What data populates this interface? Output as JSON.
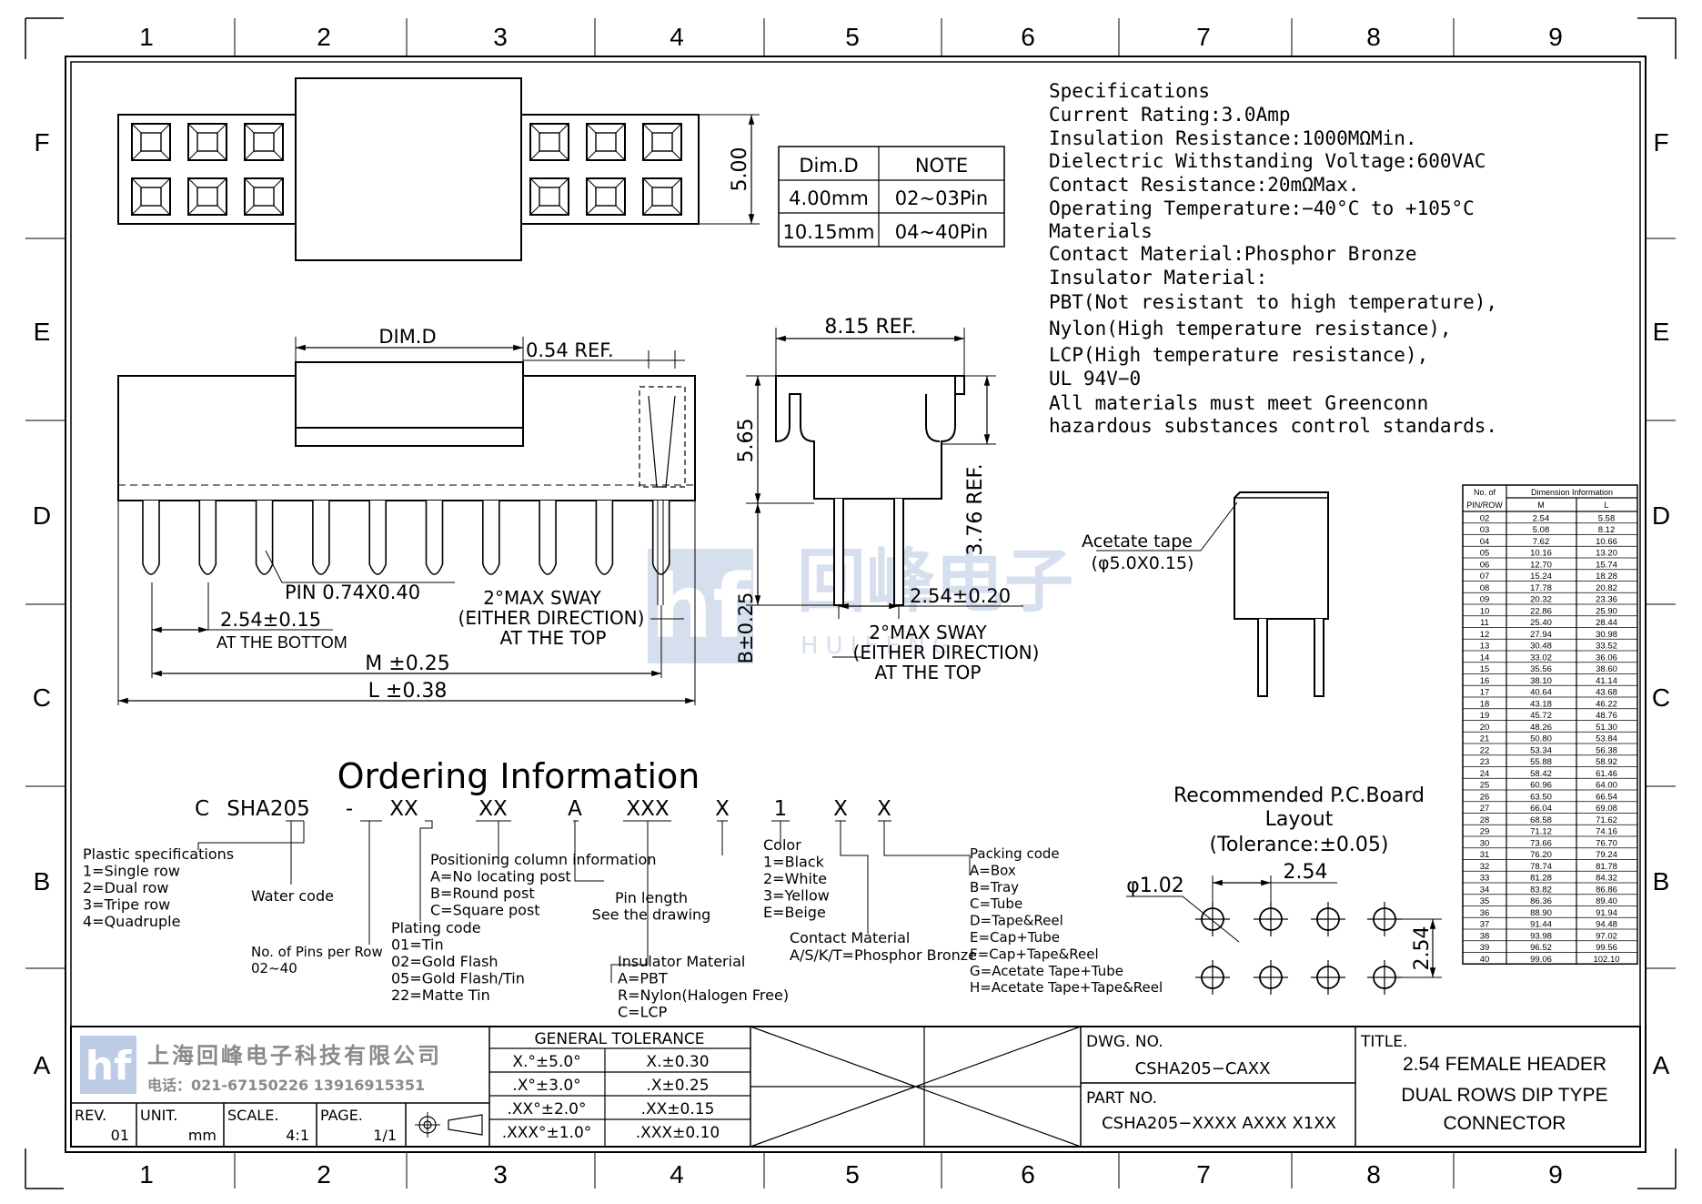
{
  "grid": {
    "columns": [
      "1",
      "2",
      "3",
      "4",
      "5",
      "6",
      "7",
      "8",
      "9"
    ],
    "rows": [
      "F",
      "E",
      "D",
      "C",
      "B",
      "A"
    ]
  },
  "spec": {
    "lines": [
      "Specifications",
      "Current  Rating:3.0Amp",
      "Insulation  Resistance:1000MΩMin.",
      "Dielectric  Withstanding  Voltage:600VAC",
      "Contact  Resistance:20mΩMax.",
      "Operating  Temperature:−40°C  to  +105°C",
      "Materials",
      "Contact  Material:Phosphor  Bronze",
      "Insulator  Material:",
      "PBT(Not  resistant  to  high  temperature),",
      "Nylon(High  temperature  resistance),",
      "LCP(High  temperature  resistance),",
      "UL  94V−0",
      "All  materials  must  meet  Greenconn",
      "hazardous  substances  control  standards."
    ]
  },
  "dim_note_table": {
    "headers": [
      "Dim.D",
      "NOTE"
    ],
    "rows": [
      [
        "4.00mm",
        "02~03Pin"
      ],
      [
        "10.15mm",
        "04~40Pin"
      ]
    ]
  },
  "dims": {
    "height_5_00": "5.00",
    "dim_d": "DIM.D",
    "ref_0_54": "0.54  REF.",
    "ref_8_15": "8.15  REF.",
    "d_5_65": "5.65",
    "d_3_76": "3.76  REF.",
    "d_b": "B±0.25",
    "d_pitch_side": "2.54±0.20",
    "pin": "PIN  0.74X0.40",
    "pitch_bottom": "2.54±0.15",
    "at_bottom": "AT THE BOTTOM",
    "sway1_l1": "2°MAX  SWAY",
    "sway1_l2": "(EITHER  DIRECTION)",
    "sway1_l3": "AT  THE  TOP",
    "sway2_l1": "2°MAX  SWAY",
    "sway2_l2": "(EITHER  DIRECTION)",
    "sway2_l3": "AT  THE  TOP",
    "m": "M  ±0.25",
    "l": "L  ±0.38",
    "acetate_l1": "Acetate  tape",
    "acetate_l2": "(φ5.0X0.15)"
  },
  "watermark": {
    "logo": "hf",
    "cn": "回峰电子",
    "en": "HUIFENG"
  },
  "pcb": {
    "title_l1": "Recommended  P.C.Board",
    "title_l2": "Layout",
    "title_l3": "(Tolerance:±0.05)",
    "hole": "φ1.02",
    "pitch_h": "2.54",
    "pitch_v": "2.54"
  },
  "dim_table": {
    "header_no": "No.  of",
    "header_pinrow": "PIN/ROW",
    "header_group": "Dimension  Information",
    "col_m": "M",
    "col_l": "L",
    "rows": [
      [
        "02",
        "2.54",
        "5.58"
      ],
      [
        "03",
        "5.08",
        "8.12"
      ],
      [
        "04",
        "7.62",
        "10.66"
      ],
      [
        "05",
        "10.16",
        "13.20"
      ],
      [
        "06",
        "12.70",
        "15.74"
      ],
      [
        "07",
        "15.24",
        "18.28"
      ],
      [
        "08",
        "17.78",
        "20.82"
      ],
      [
        "09",
        "20.32",
        "23.36"
      ],
      [
        "10",
        "22.86",
        "25.90"
      ],
      [
        "11",
        "25.40",
        "28.44"
      ],
      [
        "12",
        "27.94",
        "30.98"
      ],
      [
        "13",
        "30.48",
        "33.52"
      ],
      [
        "14",
        "33.02",
        "36.06"
      ],
      [
        "15",
        "35.56",
        "38.60"
      ],
      [
        "16",
        "38.10",
        "41.14"
      ],
      [
        "17",
        "40.64",
        "43.68"
      ],
      [
        "18",
        "43.18",
        "46.22"
      ],
      [
        "19",
        "45.72",
        "48.76"
      ],
      [
        "20",
        "48.26",
        "51.30"
      ],
      [
        "21",
        "50.80",
        "53.84"
      ],
      [
        "22",
        "53.34",
        "56.38"
      ],
      [
        "23",
        "55.88",
        "58.92"
      ],
      [
        "24",
        "58.42",
        "61.46"
      ],
      [
        "25",
        "60.96",
        "64.00"
      ],
      [
        "26",
        "63.50",
        "66.54"
      ],
      [
        "27",
        "66.04",
        "69.08"
      ],
      [
        "28",
        "68.58",
        "71.62"
      ],
      [
        "29",
        "71.12",
        "74.16"
      ],
      [
        "30",
        "73.66",
        "76.70"
      ],
      [
        "31",
        "76.20",
        "79.24"
      ],
      [
        "32",
        "78.74",
        "81.78"
      ],
      [
        "33",
        "81.28",
        "84.32"
      ],
      [
        "34",
        "83.82",
        "86.86"
      ],
      [
        "35",
        "86.36",
        "89.40"
      ],
      [
        "36",
        "88.90",
        "91.94"
      ],
      [
        "37",
        "91.44",
        "94.48"
      ],
      [
        "38",
        "93.98",
        "97.02"
      ],
      [
        "39",
        "96.52",
        "99.56"
      ],
      [
        "40",
        "99.06",
        "102.10"
      ]
    ]
  },
  "ordering": {
    "title": "Ordering  Information",
    "code": {
      "c": "C",
      "sha": "SHA205",
      "dash": "-",
      "xx1": "XX",
      "xx2": "XX",
      "a": "A",
      "xxx": "XXX",
      "x1": "X",
      "one": "1",
      "x2": "X",
      "x3": "X"
    },
    "plastic": [
      "Plastic  specifications",
      "1=Single  row",
      "2=Dual  row",
      "3=Tripe  row",
      "4=Quadruple"
    ],
    "water": "Water  code",
    "pins": [
      "No.  of  Pins  per  Row",
      "02~40"
    ],
    "plating": [
      "Plating  code",
      "01=Tin",
      "02=Gold  Flash",
      "05=Gold  Flash/Tin",
      "22=Matte  Tin"
    ],
    "positioning": [
      "Positioning  column  information",
      "A=No  locating  post",
      "B=Round  post",
      "C=Square  post"
    ],
    "pinlength": [
      "Pin  length",
      "See  the  drawing"
    ],
    "insulator": [
      "Insulator  Material",
      "A=PBT",
      "R=Nylon(Halogen  Free)",
      "C=LCP"
    ],
    "color": [
      "Color",
      "1=Black",
      "2=White",
      "3=Yellow",
      "E=Beige"
    ],
    "contact": [
      "Contact  Material",
      "A/S/K/T=Phosphor  Bronze"
    ],
    "packing": [
      "Packing  code",
      "A=Box",
      "B=Tray",
      "C=Tube",
      "D=Tape&Reel",
      "E=Cap+Tube",
      "F=Cap+Tape&Reel",
      "G=Acetate  Tape+Tube",
      "H=Acetate  Tape+Tape&Reel"
    ]
  },
  "titleblock": {
    "company_cn": "上海回峰电子科技有限公司",
    "phone": "电话：021-67150226  13916915351",
    "rev_label": "REV.",
    "rev_value": "01",
    "unit_label": "UNIT.",
    "unit_value": "mm",
    "scale_label": "SCALE.",
    "scale_value": "4:1",
    "page_label": "PAGE.",
    "page_value": "1/1",
    "tol_title": "GENERAL  TOLERANCE",
    "tol_rows": [
      [
        "X.°±5.0°",
        "X.±0.30"
      ],
      [
        ".X°±3.0°",
        ".X±0.25"
      ],
      [
        ".XX°±2.0°",
        ".XX±0.15"
      ],
      [
        ".XXX°±1.0°",
        ".XXX±0.10"
      ]
    ],
    "dwg_label": "DWG.  NO.",
    "dwg_value": "CSHA205−CAXX",
    "part_label": "PART  NO.",
    "part_value": "CSHA205−XXXX  AXXX  X1XX",
    "title_label": "TITLE.",
    "title_l1": "2.54  FEMALE  HEADER",
    "title_l2": "DUAL  ROWS  DIP  TYPE",
    "title_l3": "CONNECTOR"
  }
}
